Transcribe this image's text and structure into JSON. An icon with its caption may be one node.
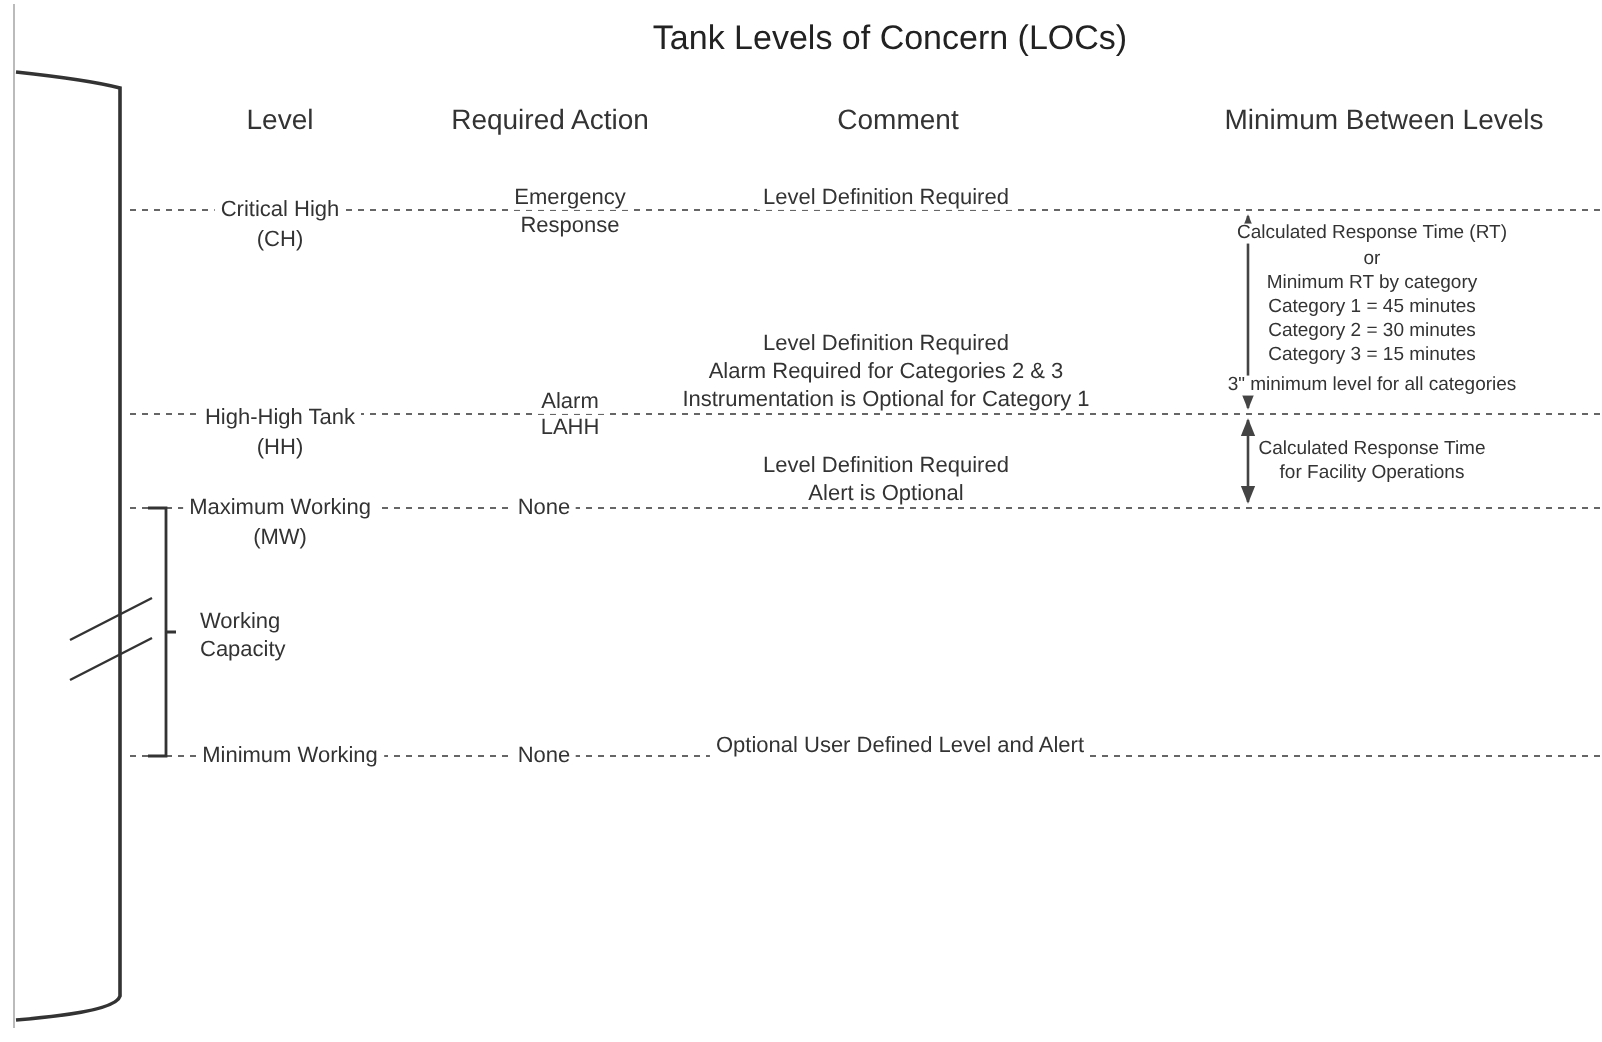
{
  "diagram": {
    "title": "Tank Levels of Concern (LOCs)",
    "labels": [
      "Level",
      "Required Action",
      "Comment",
      "Minimum Between Levels",
      "Emergency",
      "Level Definition Required",
      "Critical High",
      "Response",
      "(CH)",
      "Calculated Response Time (RT)",
      "or",
      "Minimum RT by category",
      "Category 1 = 45 minutes",
      "Category 2 = 30 minutes",
      "Category 3 = 15 minutes",
      "Level Definition Required",
      "Alarm Required for Categories 2 & 3",
      "Alarm",
      "3\" minimum level for all categories",
      "Instrumentation is Optional for Category 1",
      "High-High Tank",
      "LAHH",
      "(HH)",
      "Calculated Response Time",
      "Level Definition Required",
      "for Facility Operations",
      "Alert is Optional",
      "Maximum Working",
      "None",
      "(MW)",
      "Working",
      "Capacity",
      "Optional User Defined Level and Alert",
      "Minimum Working",
      "None"
    ]
  }
}
